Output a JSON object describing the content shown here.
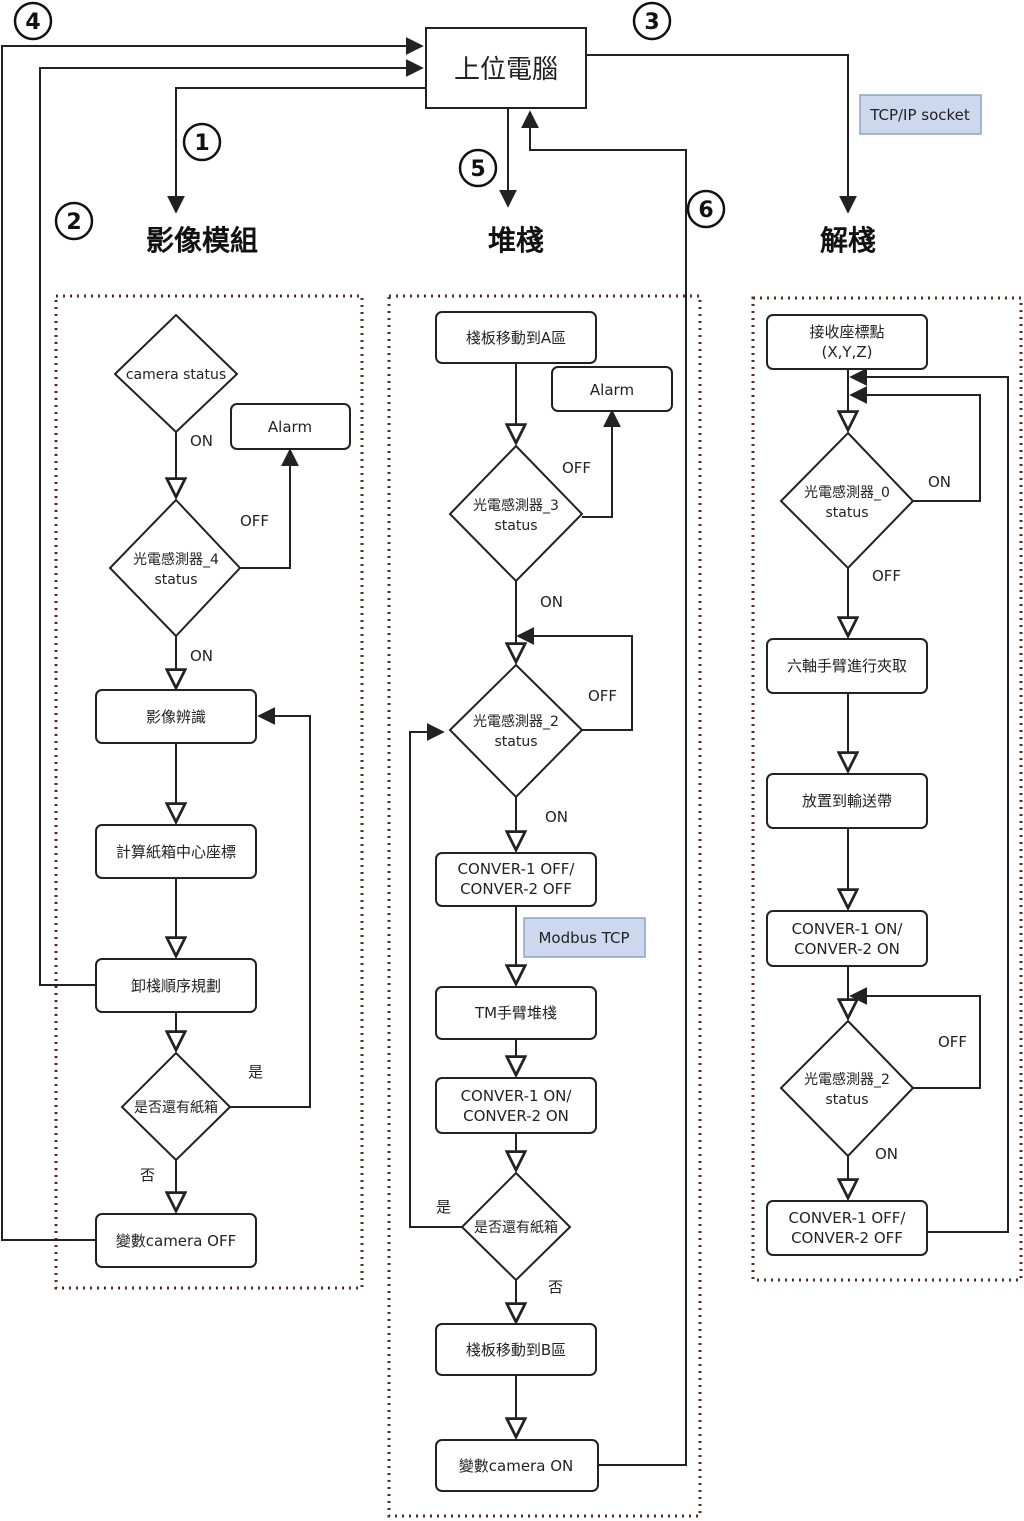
{
  "top": {
    "computer": "上位電腦"
  },
  "badges": [
    "1",
    "2",
    "3",
    "4",
    "5",
    "6"
  ],
  "headings": {
    "vision": "影像模組",
    "stack": "堆棧",
    "unstack": "解棧"
  },
  "notes": {
    "tcp": "TCP/IP socket",
    "modbus": "Modbus TCP"
  },
  "vision": {
    "camera_status": "camera status",
    "alarm": "Alarm",
    "sensor4": [
      "光電感測器_4",
      "status"
    ],
    "recognize": "影像辨識",
    "compute": "計算紙箱中心座標",
    "plan": "卸棧順序規劃",
    "more_boxes": "是否還有紙箱",
    "camera_off": "變數camera OFF",
    "on1": "ON",
    "off1": "OFF",
    "on2": "ON",
    "yes": "是",
    "no": "否"
  },
  "stack": {
    "move_a": "棧板移動到A區",
    "alarm": "Alarm",
    "sensor3": [
      "光電感測器_3",
      "status"
    ],
    "sensor2": [
      "光電感測器_2",
      "status"
    ],
    "conv_off": [
      "CONVER-1  OFF/",
      "CONVER-2  OFF"
    ],
    "tm": "TM手臂堆棧",
    "conv_on": [
      "CONVER-1  ON/",
      "CONVER-2  ON"
    ],
    "more_boxes": "是否還有紙箱",
    "move_b": "棧板移動到B區",
    "camera_on": "變數camera ON",
    "off3": "OFF",
    "on3": "ON",
    "off2": "OFF",
    "on2": "ON",
    "yes": "是",
    "no": "否"
  },
  "unstack": {
    "receive": [
      "接收座標點",
      "(X,Y,Z)"
    ],
    "sensor0": [
      "光電感測器_0",
      "status"
    ],
    "grab": "六軸手臂進行夾取",
    "place": "放置到輸送帶",
    "conv_on": [
      "CONVER-1  ON/",
      "CONVER-2  ON"
    ],
    "sensor2": [
      "光電感測器_2",
      "status"
    ],
    "conv_off": [
      "CONVER-1  OFF/",
      "CONVER-2  OFF"
    ],
    "on0": "ON",
    "off0": "OFF",
    "off2": "OFF",
    "on2": "ON"
  }
}
